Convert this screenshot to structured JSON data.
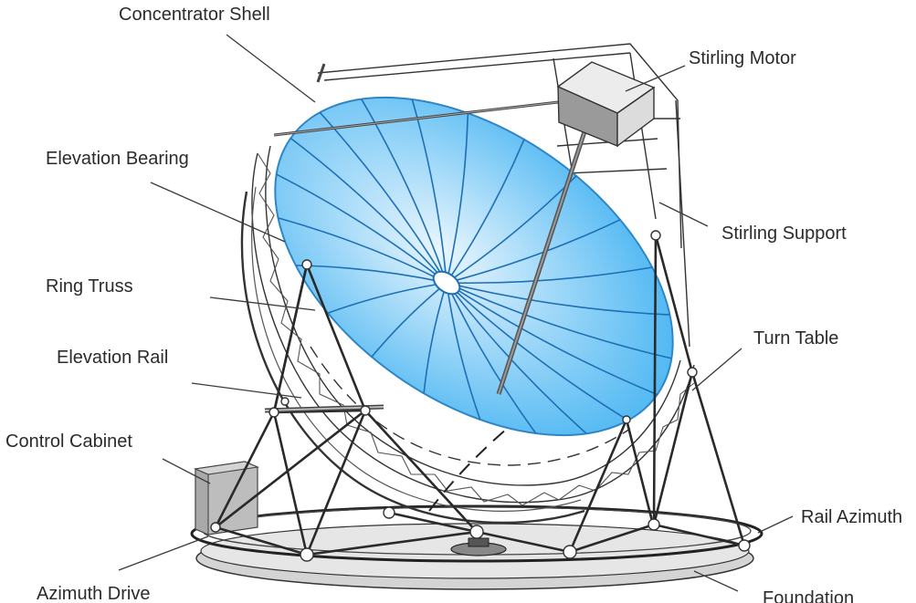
{
  "diagram": {
    "colors": {
      "dish_fill_center": "#e9f6fe",
      "dish_fill_edge": "#49b5f2",
      "dish_rib": "#1f6fb5",
      "frame": "#2a2a2a",
      "foundation": "#d4d4d4",
      "cabinet": "#bdbdbd",
      "motor_light": "#dcdcdc",
      "motor_dark": "#9a9a9a"
    },
    "labels": {
      "concentrator_shell": "Concentrator Shell",
      "stirling_motor": "Stirling Motor",
      "elevation_bearing": "Elevation Bearing",
      "stirling_support": "Stirling Support",
      "ring_truss": "Ring Truss",
      "turn_table": "Turn Table",
      "elevation_rail": "Elevation Rail",
      "control_cabinet": "Control Cabinet",
      "rail_azimuth": "Rail Azimuth",
      "azimuth_drive": "Azimuth Drive",
      "foundation": "Foundation"
    }
  }
}
